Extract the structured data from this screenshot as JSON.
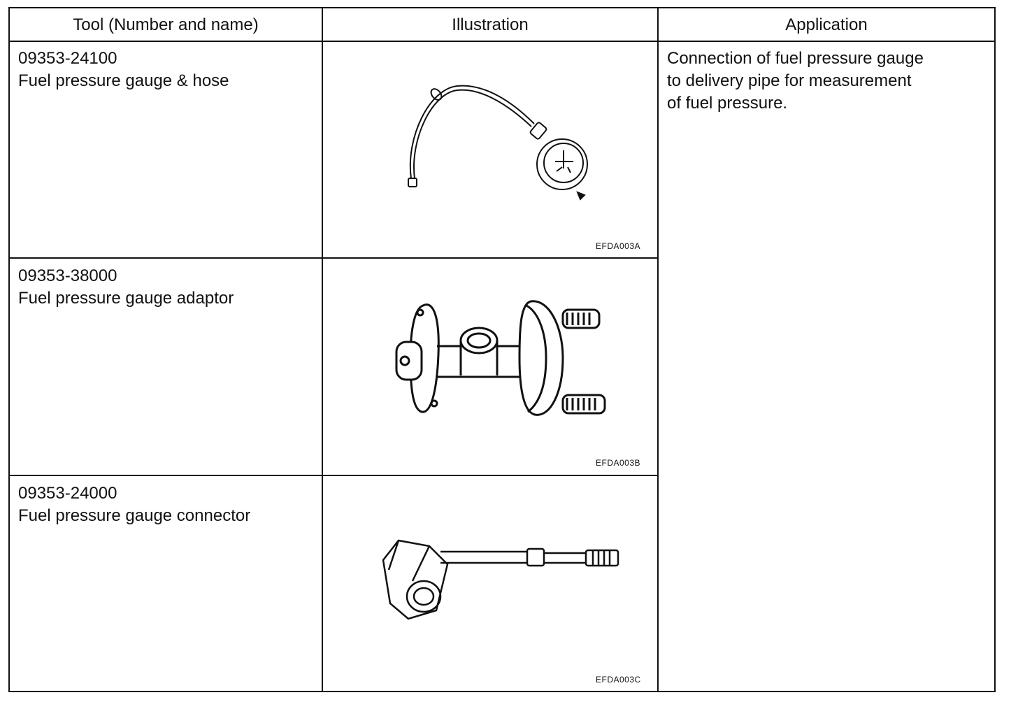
{
  "headers": {
    "tool": "Tool (Number and name)",
    "illustration": "Illustration",
    "application": "Application"
  },
  "rows": [
    {
      "number": "09353-24100",
      "name": "Fuel pressure gauge & hose",
      "figure_label": "EFDA003A",
      "icon": "fuel-pressure-gauge-hose-icon"
    },
    {
      "number": "09353-38000",
      "name": "Fuel pressure gauge adaptor",
      "figure_label": "EFDA003B",
      "icon": "fuel-pressure-gauge-adaptor-icon"
    },
    {
      "number": "09353-24000",
      "name": "Fuel pressure gauge connector",
      "figure_label": "EFDA003C",
      "icon": "fuel-pressure-gauge-connector-icon"
    }
  ],
  "application": {
    "line1": "Connection of fuel pressure gauge",
    "line2": "to delivery pipe for measurement",
    "line3": "of fuel pressure."
  }
}
